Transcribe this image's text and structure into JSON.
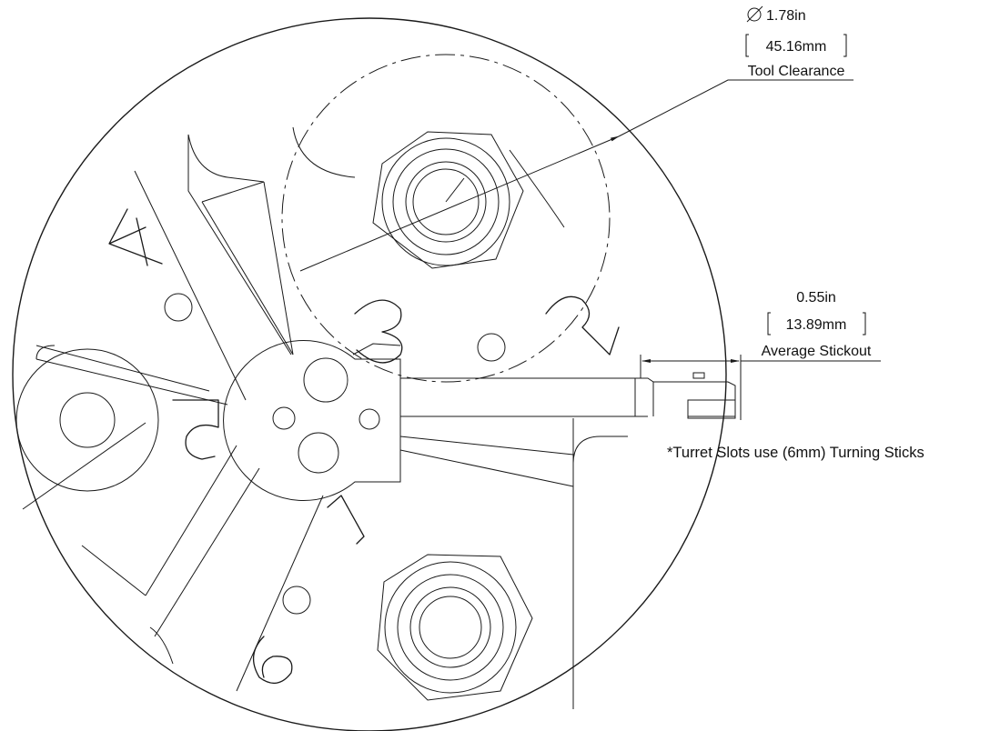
{
  "dimensions": {
    "tool_clearance": {
      "imperial": "1.78in",
      "metric": "45.16mm",
      "label": "Tool Clearance"
    },
    "average_stickout": {
      "imperial": "0.55in",
      "metric": "13.89mm",
      "label": "Average Stickout"
    }
  },
  "note": "*Turret Slots use (6mm) Turning Sticks",
  "turret": {
    "slot_numbers": [
      "1",
      "2",
      "3",
      "4",
      "5",
      "6"
    ]
  },
  "colors": {
    "line": "#1a1a1a",
    "background": "#ffffff"
  }
}
